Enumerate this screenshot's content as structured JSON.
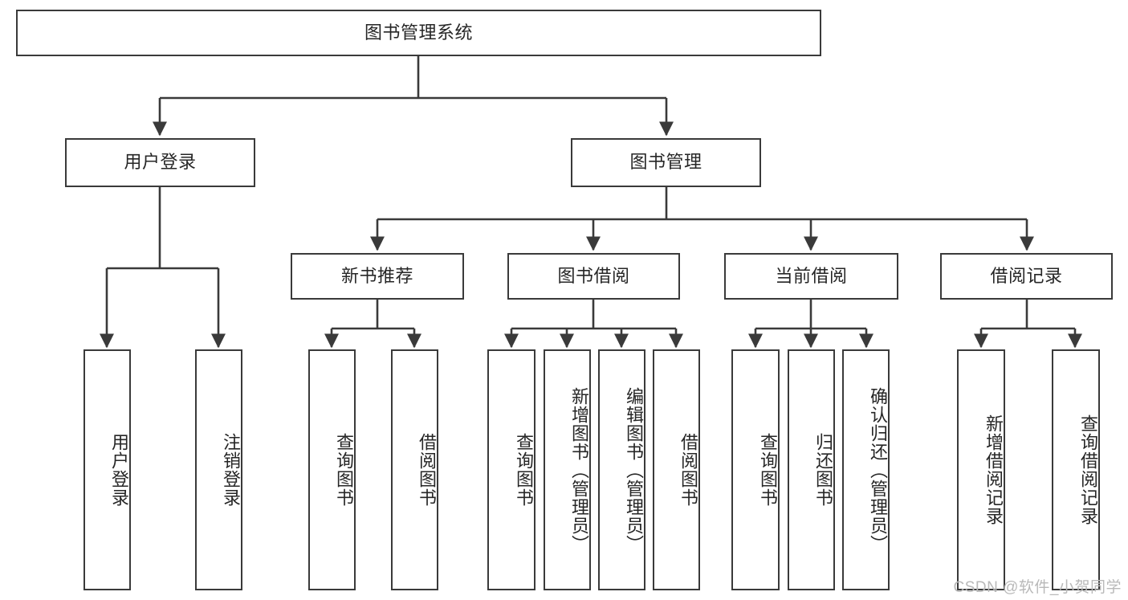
{
  "diagram": {
    "title_node": {
      "label": "图书管理系统"
    },
    "level2": [
      {
        "id": "user-login",
        "label": "用户登录"
      },
      {
        "id": "book-management",
        "label": "图书管理"
      }
    ],
    "level3": [
      {
        "id": "new-book-recommend",
        "label": "新书推荐"
      },
      {
        "id": "book-borrow",
        "label": "图书借阅"
      },
      {
        "id": "current-borrow",
        "label": "当前借阅"
      },
      {
        "id": "borrow-record",
        "label": "借阅记录"
      }
    ],
    "leaves": {
      "user_login": [
        {
          "id": "leaf-user-login",
          "label": "用户登录"
        },
        {
          "id": "leaf-logout-login",
          "label": "注销登录"
        }
      ],
      "new_book_recommend": [
        {
          "id": "leaf-query-book-1",
          "label": "查询图书"
        },
        {
          "id": "leaf-borrow-book-1",
          "label": "借阅图书"
        }
      ],
      "book_borrow": [
        {
          "id": "leaf-query-book-2",
          "label": "查询图书"
        },
        {
          "id": "leaf-add-book",
          "label": "新增图书（管理员）"
        },
        {
          "id": "leaf-edit-book",
          "label": "编辑图书（管理员）"
        },
        {
          "id": "leaf-borrow-book-2",
          "label": "借阅图书"
        }
      ],
      "current_borrow": [
        {
          "id": "leaf-query-book-3",
          "label": "查询图书"
        },
        {
          "id": "leaf-return-book",
          "label": "归还图书"
        },
        {
          "id": "leaf-confirm-return",
          "label": "确认归还（管理员）"
        }
      ],
      "borrow_record": [
        {
          "id": "leaf-add-record",
          "label": "新增借阅记录"
        },
        {
          "id": "leaf-query-record",
          "label": "查询借阅记录"
        }
      ]
    },
    "watermark": "CSDN @软件_小贺同学",
    "colors": {
      "stroke": "#3a3a3a",
      "text": "#262626",
      "background": "#ffffff",
      "watermark": "#b9b9b9"
    }
  }
}
